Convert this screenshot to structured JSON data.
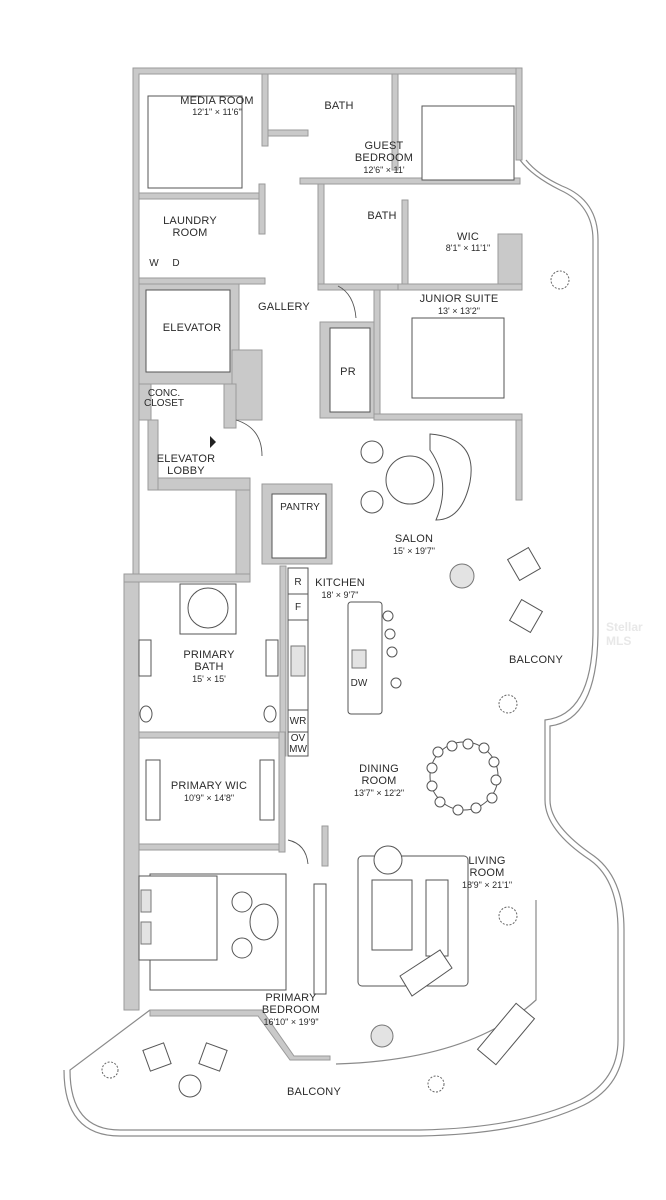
{
  "rooms": [
    {
      "name": "MEDIA ROOM",
      "dims": "12'1\" × 11'6\""
    },
    {
      "name": "BATH",
      "dims": ""
    },
    {
      "name": "GUEST BEDROOM",
      "line1": "GUEST",
      "line2": "BEDROOM",
      "dims": "12'6\" × 11'"
    },
    {
      "name": "LAUNDRY ROOM",
      "line1": "LAUNDRY",
      "line2": "ROOM",
      "dims": ""
    },
    {
      "name": "BATH",
      "dims": ""
    },
    {
      "name": "WIC",
      "dims": "8'1\" × 11'1\""
    },
    {
      "name": "GALLERY",
      "dims": ""
    },
    {
      "name": "ELEVATOR",
      "dims": ""
    },
    {
      "name": "JUNIOR SUITE",
      "dims": "13' × 13'2\""
    },
    {
      "name": "PR",
      "dims": ""
    },
    {
      "name": "CONC. CLOSET",
      "line1": "CONC.",
      "line2": "CLOSET",
      "dims": ""
    },
    {
      "name": "ELEVATOR LOBBY",
      "line1": "ELEVATOR",
      "line2": "LOBBY",
      "dims": ""
    },
    {
      "name": "PANTRY",
      "dims": ""
    },
    {
      "name": "SALON",
      "dims": "15' × 19'7\""
    },
    {
      "name": "KITCHEN",
      "dims": "18' × 9'7\""
    },
    {
      "name": "PRIMARY BATH",
      "line1": "PRIMARY",
      "line2": "BATH",
      "dims": "15' × 15'"
    },
    {
      "name": "BALCONY",
      "dims": ""
    },
    {
      "name": "PRIMARY WIC",
      "dims": "10'9\" × 14'8\""
    },
    {
      "name": "DINING ROOM",
      "line1": "DINING",
      "line2": "ROOM",
      "dims": "13'7\" × 12'2\""
    },
    {
      "name": "LIVING ROOM",
      "line1": "LIVING",
      "line2": "ROOM",
      "dims": "18'9\" × 21'1\""
    },
    {
      "name": "PRIMARY BEDROOM",
      "line1": "PRIMARY",
      "line2": "BEDROOM",
      "dims": "16'10\" × 19'9\""
    },
    {
      "name": "BALCONY",
      "dims": ""
    }
  ],
  "appliances": {
    "washer": "W",
    "dryer": "D",
    "refrigerator": "R",
    "freezer": "F",
    "dishwasher": "DW",
    "wine_refrigerator": "WR",
    "oven": "OV",
    "microwave": "MW"
  },
  "watermark": "Stellar MLS",
  "colors": {
    "wall_fill": "#c9c9c9",
    "line": "#555555",
    "text": "#2b2b2b"
  }
}
